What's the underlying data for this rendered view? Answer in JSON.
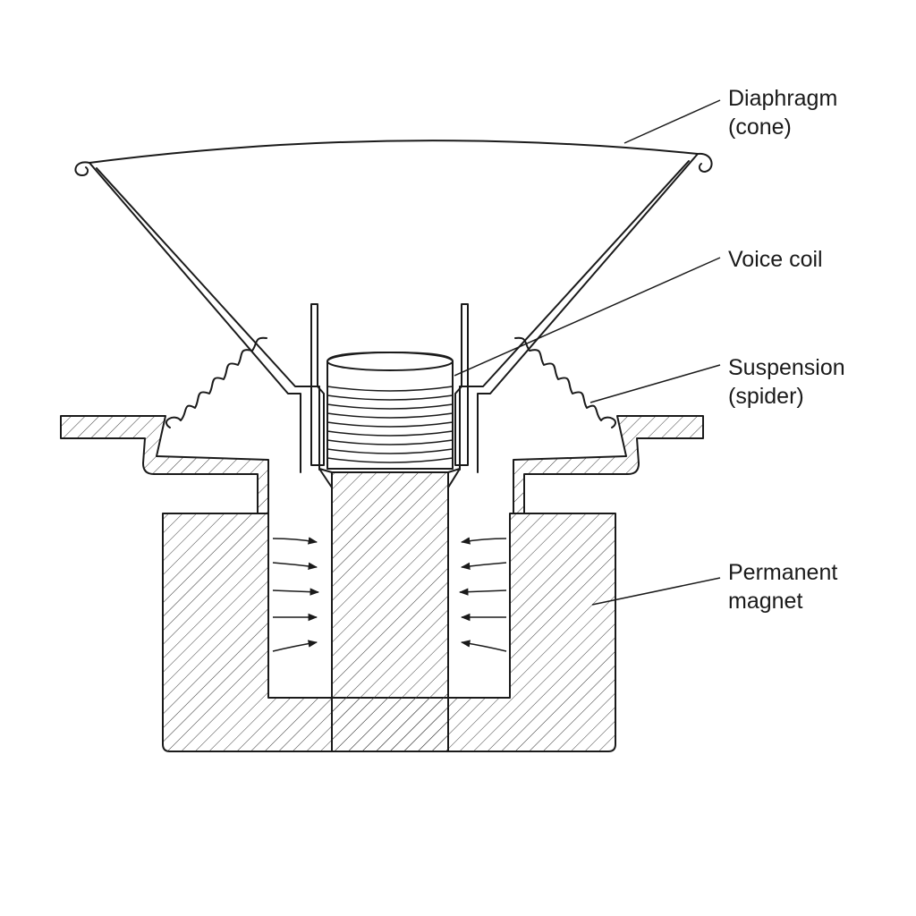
{
  "labels": {
    "diaphragm": [
      "Diaphragm",
      "(cone)"
    ],
    "voice_coil": [
      "Voice coil"
    ],
    "suspension": [
      "Suspension",
      "(spider)"
    ],
    "magnet": [
      "Permanent",
      "magnet"
    ]
  },
  "colors": {
    "ink": "#1a1a1a",
    "background": "#ffffff"
  }
}
